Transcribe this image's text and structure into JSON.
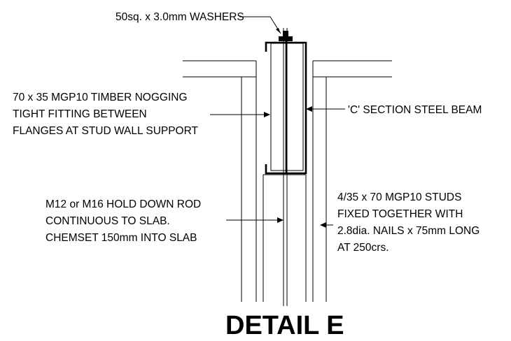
{
  "labels": {
    "washers": "50sq. x 3.0mm WASHERS",
    "nogging": [
      "70 x 35 MGP10 TIMBER NOGGING",
      "TIGHT FITTING BETWEEN",
      "FLANGES AT STUD WALL SUPPORT"
    ],
    "beam": "'C' SECTION STEEL BEAM",
    "rod": [
      "M12 or M16 HOLD DOWN ROD",
      "CONTINUOUS TO SLAB.",
      "CHEMSET 150mm INTO SLAB"
    ],
    "studs": [
      "4/35 x 70 MGP10 STUDS",
      "FIXED TOGETHER WITH",
      "2.8dia. NAILS x 75mm LONG",
      "AT 250crs."
    ]
  },
  "title": "DETAIL E",
  "colors": {
    "line": "#000000",
    "background": "#ffffff"
  }
}
